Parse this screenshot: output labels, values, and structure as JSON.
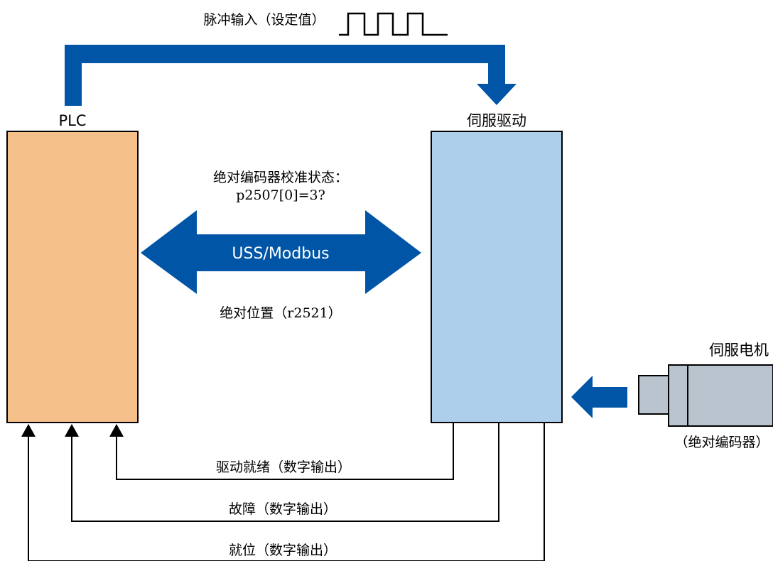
{
  "pulse_input_label": "脉冲输入（设定值）",
  "plc": {
    "label": "PLC"
  },
  "servo_drive": {
    "label": "伺服驱动"
  },
  "servo_motor": {
    "label": "伺服电机",
    "sublabel": "（绝对编码器）"
  },
  "comm": {
    "calibration_title": "绝对编码器校准状态：",
    "calibration_param": "p2507[0]=3?",
    "protocol": "USS/Modbus",
    "position_label": "绝对位置（r2521）"
  },
  "signals": {
    "ready": "驱动就绪（数字输出）",
    "fault": "故障（数字输出）",
    "in_position": "就位（数字输出）"
  },
  "colors": {
    "plc_fill": "#F6C08A",
    "drive_fill": "#AECFEC",
    "arrow_blue": "#0055A6",
    "motor_fill": "#BAC4CE",
    "line": "#000000"
  }
}
